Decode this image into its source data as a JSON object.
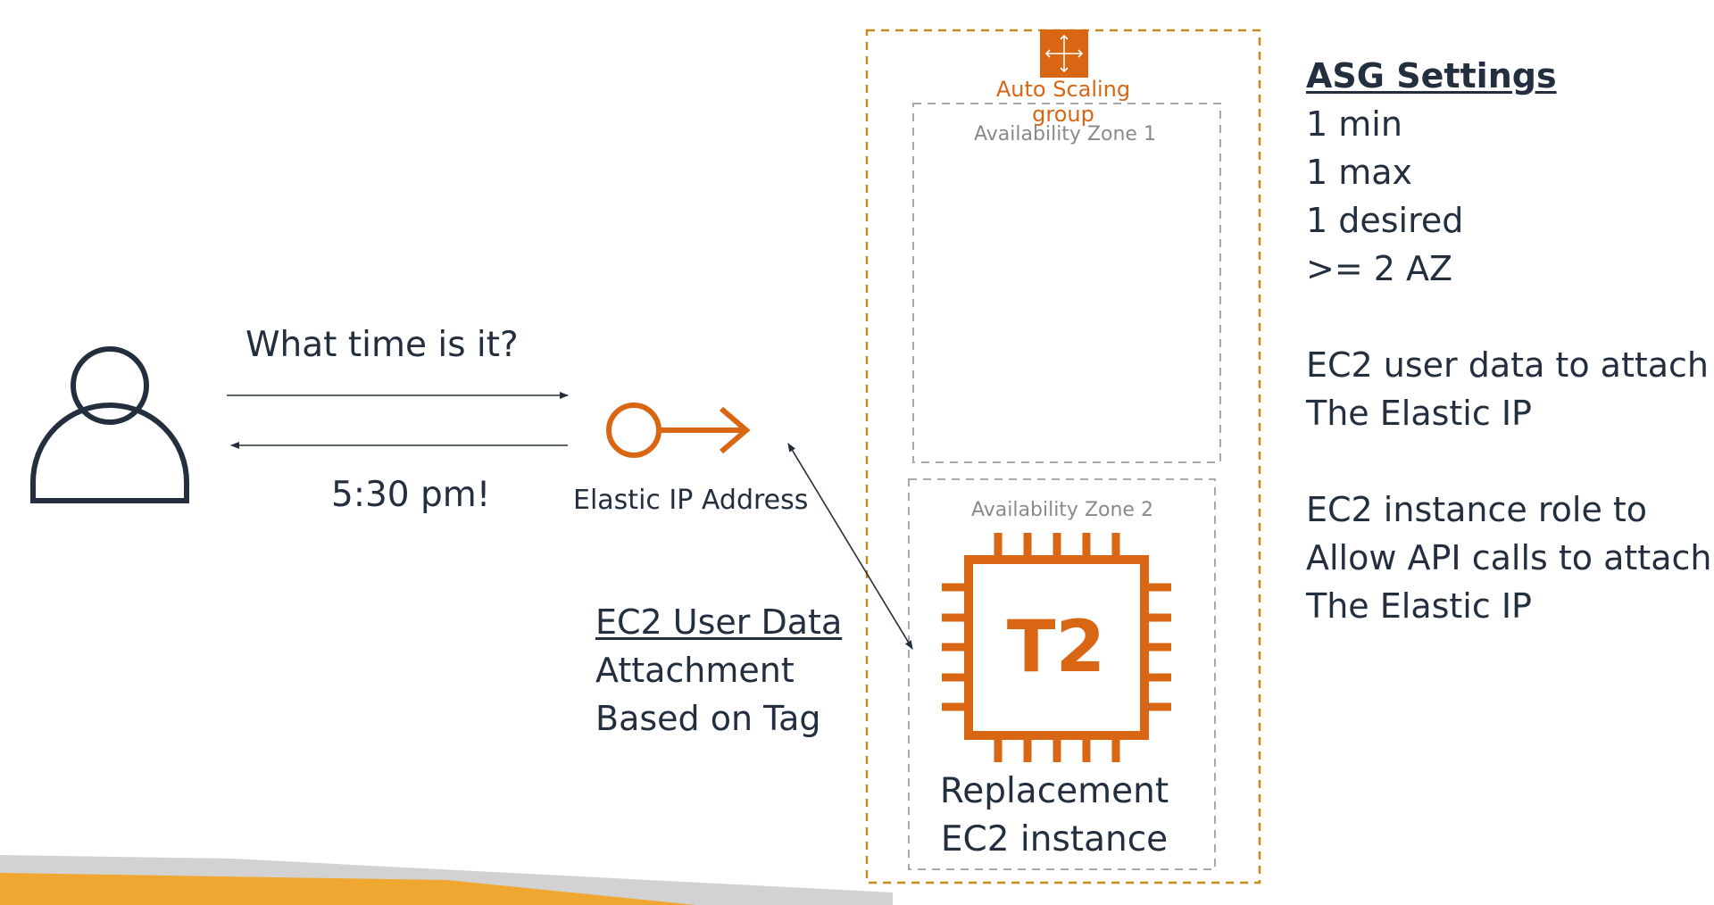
{
  "colors": {
    "primary_text": "#232f3e",
    "accent_orange": "#d86613",
    "asg_border": "#c58b1a",
    "az_border": "#a9a9a9",
    "az_label": "#8a8a8a",
    "bottom_gray": "#d2d2d2",
    "bottom_orange": "#f0a732"
  },
  "icons": {
    "user": "user-icon",
    "elastic_ip": "elastic-ip-icon",
    "asg": "auto-scaling-group-icon",
    "ec2": "ec2-t2-instance-icon"
  },
  "user_flow": {
    "question": "What time is it?",
    "answer": "5:30 pm!"
  },
  "elastic_ip": {
    "label": "Elastic IP Address"
  },
  "user_data_note": {
    "heading": "EC2 User Data",
    "line1": "Attachment",
    "line2": "Based on Tag"
  },
  "asg": {
    "label": "Auto Scaling group",
    "az1_label": "Availability Zone 1",
    "az2_label": "Availability Zone 2",
    "instance_chip_text": "T2",
    "instance_label_line1": "Replacement",
    "instance_label_line2": "EC2 instance"
  },
  "settings": {
    "heading": "ASG Settings",
    "min": "1 min",
    "max": "1 max",
    "desired": "1 desired",
    "az": ">= 2 AZ",
    "userdata_line1": "EC2 user data to attach",
    "userdata_line2": "The Elastic IP",
    "role_line1": "EC2 instance role to",
    "role_line2": "Allow API calls to attach",
    "role_line3": "The Elastic IP"
  }
}
